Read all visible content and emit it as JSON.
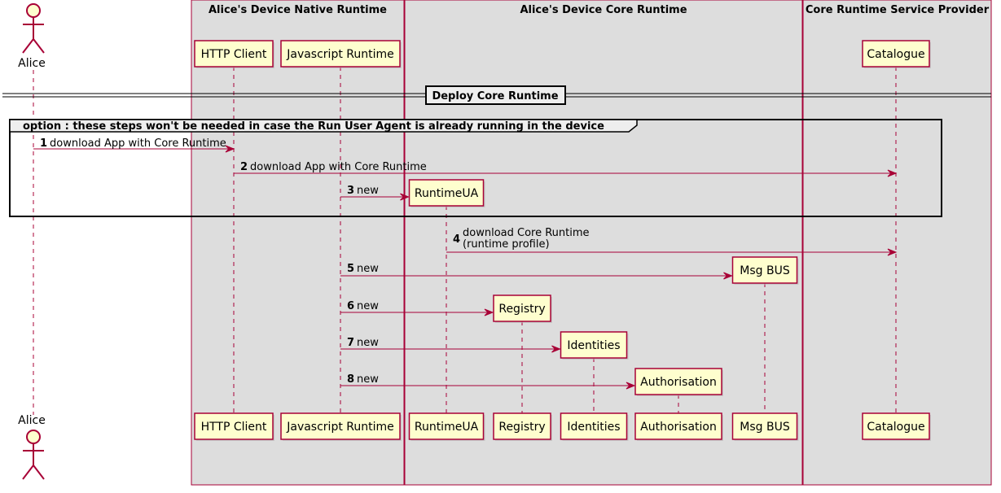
{
  "colors": {
    "box_fill": "#DDDDDD",
    "box_border": "#A80036",
    "participant_fill": "#FEFECE",
    "participant_border": "#A80036",
    "arrow": "#A80036",
    "lifeline": "#A80036",
    "group_border": "#000000"
  },
  "boxes": [
    {
      "id": "native",
      "title": "Alice's Device Native Runtime"
    },
    {
      "id": "core",
      "title": "Alice's Device Core Runtime"
    },
    {
      "id": "provider",
      "title": "Core Runtime Service Provider"
    }
  ],
  "actor": {
    "name": "Alice"
  },
  "participants": [
    {
      "id": "http",
      "label": "HTTP Client"
    },
    {
      "id": "js",
      "label": "Javascript Runtime"
    },
    {
      "id": "rua",
      "label": "RuntimeUA"
    },
    {
      "id": "registry",
      "label": "Registry"
    },
    {
      "id": "identities",
      "label": "Identities"
    },
    {
      "id": "authorisation",
      "label": "Authorisation"
    },
    {
      "id": "msgbus",
      "label": "Msg BUS"
    },
    {
      "id": "catalogue",
      "label": "Catalogue"
    }
  ],
  "divider": {
    "label": "Deploy Core Runtime"
  },
  "group": {
    "label": "option : these steps won't be needed in case the Run User Agent is already running in the device"
  },
  "messages": [
    {
      "num": "1",
      "from": "alice",
      "to": "http",
      "text": [
        "download App with Core Runtime"
      ]
    },
    {
      "num": "2",
      "from": "http",
      "to": "catalogue",
      "text": [
        "download App with Core Runtime"
      ]
    },
    {
      "num": "3",
      "from": "js",
      "to": "rua",
      "text": [
        "new"
      ],
      "create": true
    },
    {
      "num": "4",
      "from": "rua",
      "to": "catalogue",
      "text": [
        "download Core Runtime",
        "(runtime profile)"
      ]
    },
    {
      "num": "5",
      "from": "js",
      "to": "msgbus",
      "text": [
        "new"
      ],
      "create": true
    },
    {
      "num": "6",
      "from": "js",
      "to": "registry",
      "text": [
        "new"
      ],
      "create": true
    },
    {
      "num": "7",
      "from": "js",
      "to": "identities",
      "text": [
        "new"
      ],
      "create": true
    },
    {
      "num": "8",
      "from": "js",
      "to": "authorisation",
      "text": [
        "new"
      ],
      "create": true
    }
  ]
}
